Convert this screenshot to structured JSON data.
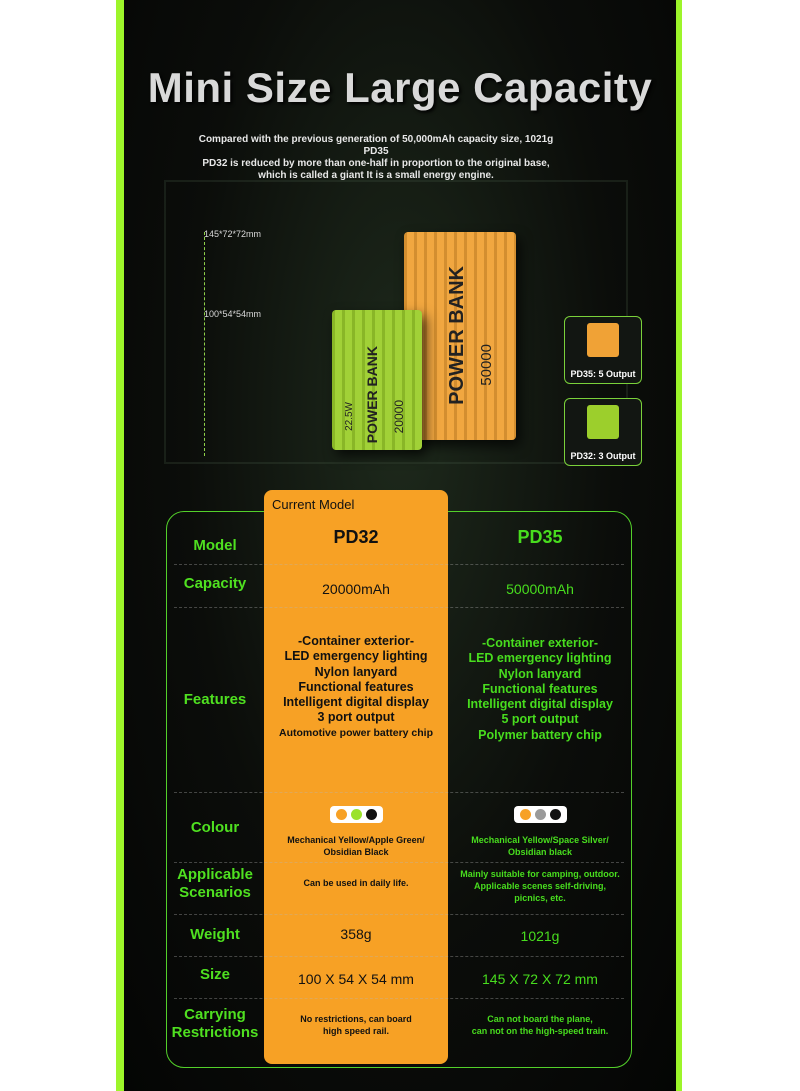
{
  "header": {
    "title": "Mini Size Large Capacity",
    "subtitle_lines": [
      "Compared with the previous generation of 50,000mAh capacity size, 1021g PD35",
      "PD32 is reduced by more than one-half in proportion to the original base,",
      "which is called a giant It is a small energy engine."
    ]
  },
  "dimensions": {
    "large": "145*72*72mm",
    "small": "100*54*54mm"
  },
  "products": {
    "large": {
      "brand": "POWER BANK",
      "capacity": "50000",
      "color": "#f0a236"
    },
    "small": {
      "brand": "POWER BANK",
      "capacity": "20000",
      "watt": "22.5W",
      "color": "#9ccf2c"
    }
  },
  "thumbs": [
    {
      "label": "PD35: 5 Output",
      "color": "#f0a236"
    },
    {
      "label": "PD32: 3 Output",
      "color": "#9ccf2c"
    }
  ],
  "table": {
    "current_label": "Current Model",
    "rows": {
      "model": {
        "label": "Model",
        "a": "PD32",
        "b": "PD35"
      },
      "capacity": {
        "label": "Capacity",
        "a": "20000mAh",
        "b": "50000mAh"
      },
      "features": {
        "label": "Features",
        "a": [
          "-Container exterior-",
          "LED emergency lighting",
          "Nylon lanyard",
          "Functional features",
          "Intelligent digital display",
          "3 port output",
          "Automotive power battery chip"
        ],
        "b": [
          "-Container exterior-",
          "LED emergency lighting",
          "Nylon lanyard",
          "Functional features",
          "Intelligent digital display",
          "5 port output",
          "Polymer battery chip"
        ]
      },
      "colour": {
        "label": "Colour",
        "a_swatches": [
          "#f7a125",
          "#9be22a",
          "#111111"
        ],
        "b_swatches": [
          "#f7a125",
          "#9a9a9a",
          "#111111"
        ],
        "a_lines": [
          "Mechanical Yellow/Apple Green/",
          "Obsidian Black"
        ],
        "b_lines": [
          "Mechanical Yellow/Space Silver/",
          "Obsidian black"
        ]
      },
      "scenarios": {
        "label_lines": [
          "Applicable",
          "Scenarios"
        ],
        "a": "Can be used in daily life.",
        "b_lines": [
          "Mainly suitable for camping, outdoor.",
          "Applicable scenes self-driving,",
          "picnics, etc."
        ]
      },
      "weight": {
        "label": "Weight",
        "a": "358g",
        "b": "1021g"
      },
      "size": {
        "label": "Size",
        "a": "100 X 54 X 54 mm",
        "b": "145 X 72 X 72 mm"
      },
      "carrying": {
        "label_lines": [
          "Carrying",
          "Restrictions"
        ],
        "a_lines": [
          "No restrictions, can board",
          "high speed rail."
        ],
        "b_lines": [
          "Can not board the plane,",
          "can not on the high-speed train."
        ]
      }
    }
  }
}
